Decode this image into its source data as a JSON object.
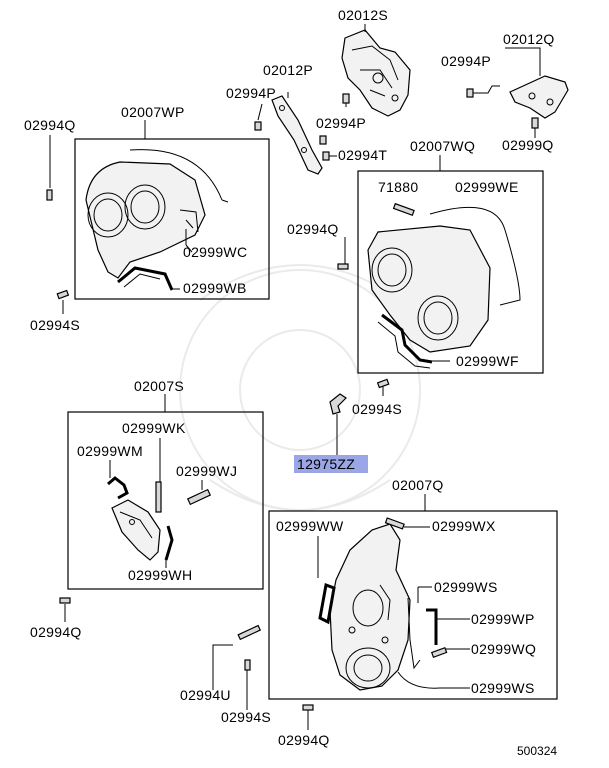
{
  "labels": {
    "l_02012S": "02012S",
    "l_02012Q": "02012Q",
    "l_02012P": "02012P",
    "l_02994P_a": "02994P",
    "l_02994P_b": "02994P",
    "l_02994P_c": "02994P",
    "l_02994T": "02994T",
    "l_02999Q": "02999Q",
    "l_02007WP": "02007WP",
    "l_02994Q_a": "02994Q",
    "l_02999WC": "02999WC",
    "l_02999WB": "02999WB",
    "l_02994S_a": "02994S",
    "l_02007WQ": "02007WQ",
    "l_71880": "71880",
    "l_02999WE": "02999WE",
    "l_02994Q_b": "02994Q",
    "l_02999WF": "02999WF",
    "l_02994S_b": "02994S",
    "l_02007S": "02007S",
    "l_02999WK": "02999WK",
    "l_02999WM": "02999WM",
    "l_02999WJ": "02999WJ",
    "l_02999WH": "02999WH",
    "l_12975ZZ": "12975ZZ",
    "l_02007Q": "02007Q",
    "l_02999WW": "02999WW",
    "l_02999WX": "02999WX",
    "l_02999WS_a": "02999WS",
    "l_02999WP": "02999WP",
    "l_02999WQ": "02999WQ",
    "l_02999WS_b": "02999WS",
    "l_02994Q_c": "02994Q",
    "l_02994U": "02994U",
    "l_02994S_c": "02994S",
    "l_02994Q_d": "02994Q",
    "diagram_code": "500324"
  },
  "colors": {
    "highlight": "#9aa6e6",
    "line": "#000000"
  }
}
